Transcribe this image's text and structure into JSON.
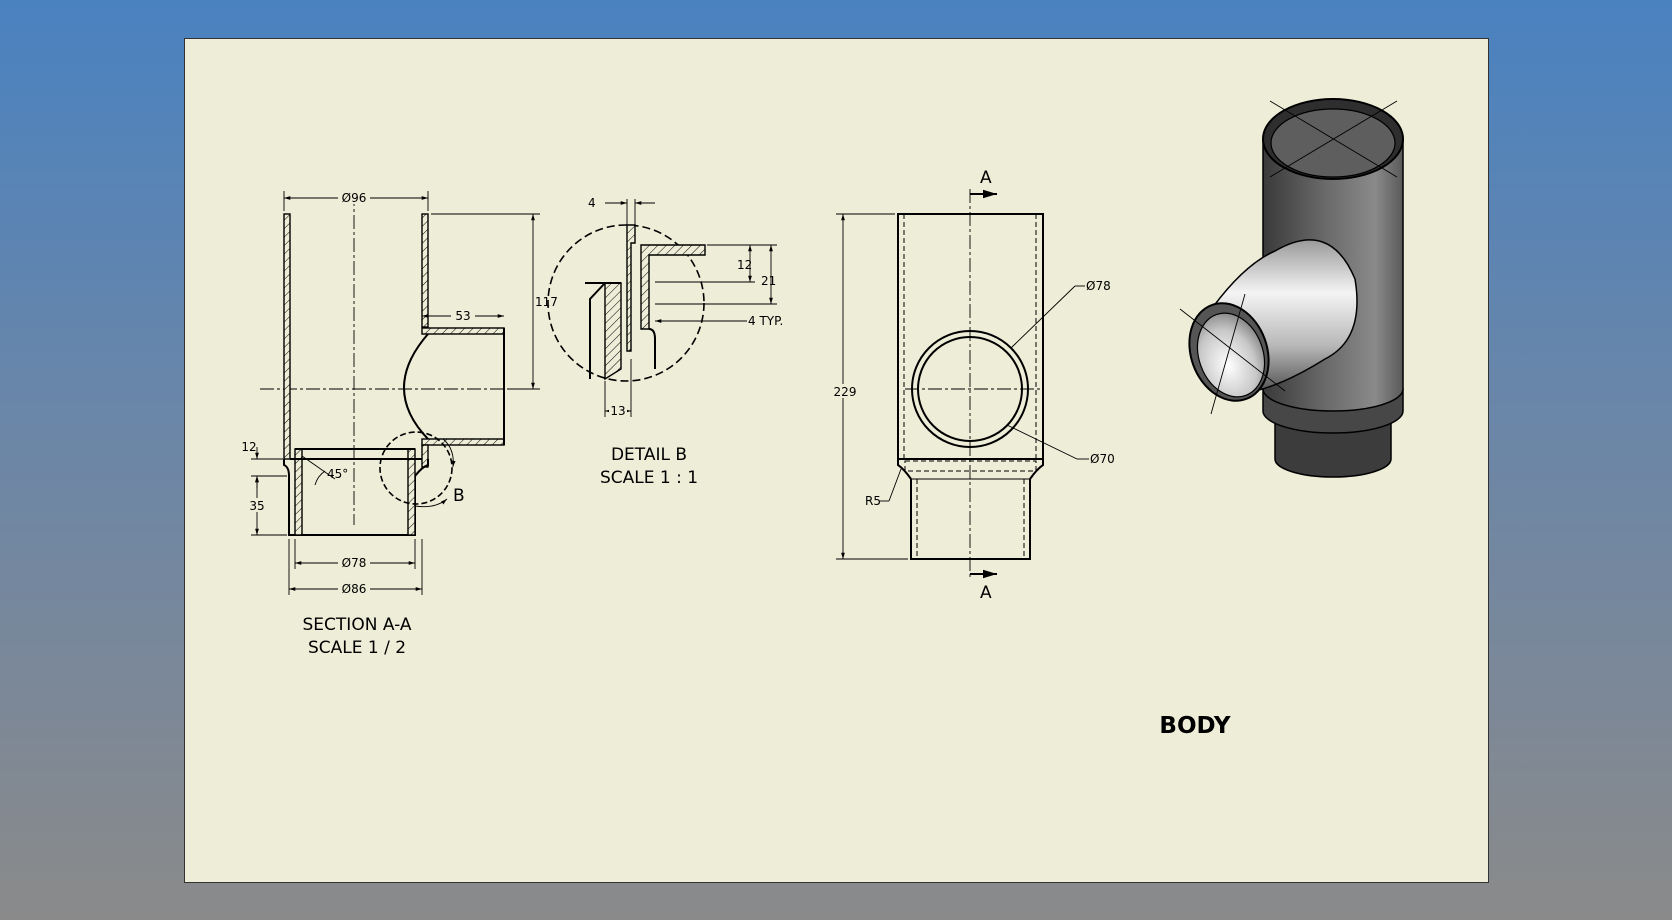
{
  "section_view": {
    "dim_top_diameter": "Ø96",
    "dim_height": "117",
    "dim_branch_length": "53",
    "dim_step_height": "12",
    "dim_spigot_length": "35",
    "dim_angle": "45°",
    "dim_inner_diameter": "Ø78",
    "dim_outer_diameter": "Ø86",
    "detail_marker": "B",
    "caption_line1": "SECTION A-A",
    "caption_line2": "SCALE 1 / 2"
  },
  "detail_view": {
    "dim_width": "4",
    "dim_depth1": "12",
    "dim_depth2": "21",
    "dim_typ": "4 TYP.",
    "dim_length": "13",
    "caption_line1": "DETAIL  B",
    "caption_line2": "SCALE 1 : 1"
  },
  "front_view": {
    "section_marker_top": "A",
    "section_marker_bottom": "A",
    "dim_total_height": "229",
    "dim_hole_outer": "Ø78",
    "dim_hole_inner": "Ø70",
    "dim_radius": "R5"
  },
  "title": {
    "part_name": "BODY"
  }
}
